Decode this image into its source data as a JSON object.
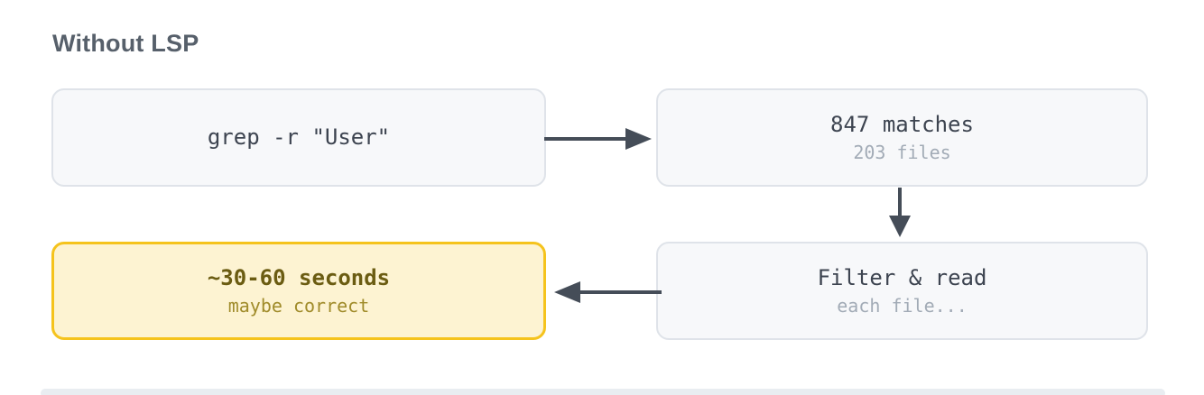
{
  "title": "Without LSP",
  "flow": {
    "boxes": [
      {
        "id": "grep-command",
        "label": "grep -r \"User\"",
        "sublabel": "",
        "variant": "default"
      },
      {
        "id": "match-count",
        "label": "847 matches",
        "sublabel": "203 files",
        "variant": "default"
      },
      {
        "id": "filter-read",
        "label": "Filter & read",
        "sublabel": "each file...",
        "variant": "default"
      },
      {
        "id": "time-result",
        "label": "~30-60 seconds",
        "sublabel": "maybe correct",
        "variant": "highlight"
      }
    ],
    "arrows": [
      {
        "id": "grep-to-matches",
        "direction": "right"
      },
      {
        "id": "matches-to-filter",
        "direction": "down"
      },
      {
        "id": "filter-to-result",
        "direction": "left"
      }
    ]
  },
  "colors": {
    "title_text": "#57606b",
    "node_fill": "#f7f8fa",
    "node_border": "#dfe3e9",
    "node_text_primary": "#3d4450",
    "node_text_secondary": "#a2abb6",
    "highlight_fill": "#fdf3d2",
    "highlight_border": "#f5c31d",
    "highlight_text_primary": "#6b5c12",
    "highlight_text_secondary": "#a08b2a",
    "arrow": "#454d58",
    "divider": "#e9edf1"
  }
}
